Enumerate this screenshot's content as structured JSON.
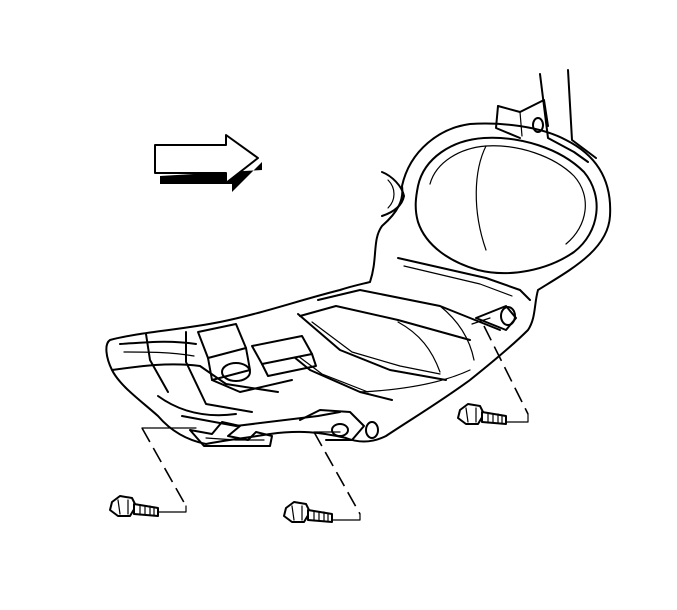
{
  "diagram": {
    "line_color": "#000000",
    "background_color": "#ffffff",
    "fasteners": [
      {
        "id": "bolt-left",
        "icon": "bolt-icon"
      },
      {
        "id": "bolt-center",
        "icon": "bolt-icon"
      },
      {
        "id": "bolt-right",
        "icon": "bolt-icon"
      }
    ],
    "direction_indicator": {
      "icon": "arrow-right-icon"
    }
  }
}
